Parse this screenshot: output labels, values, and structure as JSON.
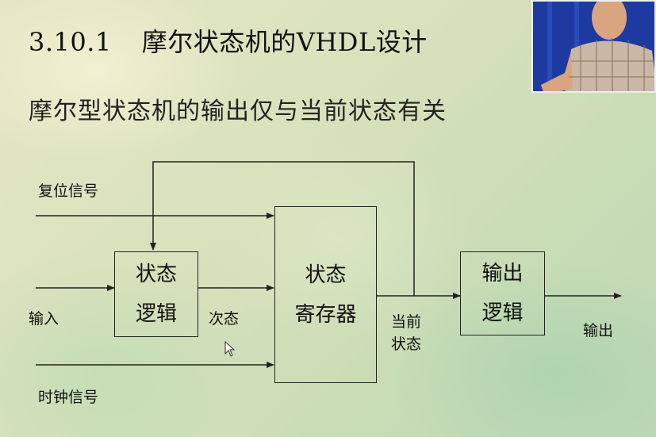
{
  "slide": {
    "section_number": "3.10.1",
    "title": "摩尔状态机的VHDL设计",
    "subtitle": "摩尔型状态机的输出仅与当前状态有关"
  },
  "diagram": {
    "blocks": {
      "state_logic": [
        "状态",
        "逻辑"
      ],
      "state_register": [
        "状态",
        "寄存器"
      ],
      "output_logic": [
        "输出",
        "逻辑"
      ]
    },
    "labels": {
      "reset": "复位信号",
      "input": "输入",
      "next_state": "次态",
      "current_state": [
        "当前",
        "状态"
      ],
      "clock": "时钟信号",
      "output": "输出"
    }
  },
  "colors": {
    "line": "#222222",
    "text": "#111111"
  }
}
